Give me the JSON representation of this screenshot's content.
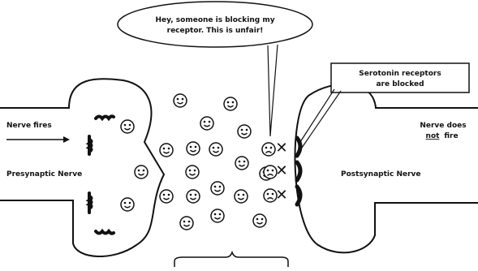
{
  "speech_bubble": {
    "line1": "Hey, someone is blocking my",
    "line2": "receptor. This is unfair!"
  },
  "callout": {
    "line1": "Serotonin receptors",
    "line2": "are blocked"
  },
  "labels": {
    "nerve_fires": "Nerve fires",
    "presynaptic": "Presynaptic Nerve",
    "postsynaptic": "Postsynaptic Nerve",
    "nerve_does": "Nerve does",
    "not": "not",
    "fire": "fire"
  },
  "blocker_symbol": "✕",
  "colors": {
    "ink": "#111111",
    "paper": "#ffffff"
  }
}
